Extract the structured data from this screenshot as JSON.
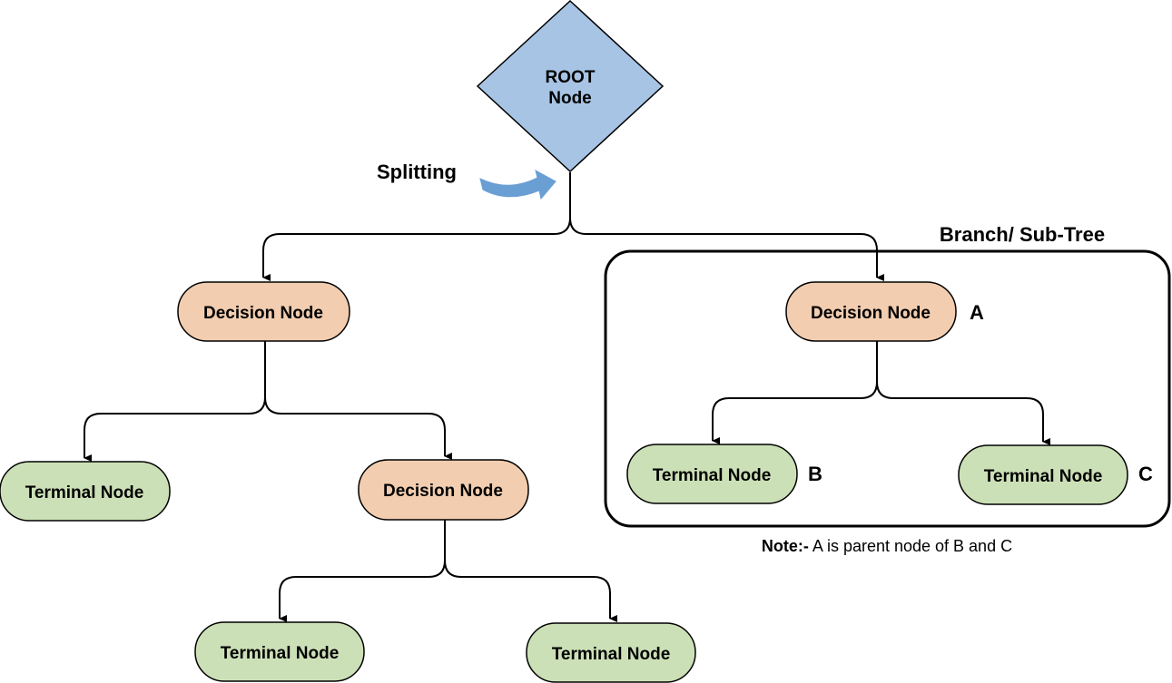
{
  "colors": {
    "root_fill": "#a7c4e4",
    "decision_fill": "#f2cdb0",
    "terminal_fill": "#cce0b7",
    "splitting_arrow": "#6a9fd4",
    "stroke": "#000000"
  },
  "root": {
    "line1": "ROOT",
    "line2": "Node"
  },
  "splitting_label": "Splitting",
  "branch_label": "Branch/ Sub-Tree",
  "nodes": {
    "decision_left": "Decision Node",
    "decision_mid": "Decision Node",
    "decision_a": "Decision Node",
    "terminal_left": "Terminal Node",
    "terminal_bottom_left": "Terminal Node",
    "terminal_bottom_right": "Terminal Node",
    "terminal_b": "Terminal Node",
    "terminal_c": "Terminal Node"
  },
  "letters": {
    "a": "A",
    "b": "B",
    "c": "C"
  },
  "note": {
    "prefix": "Note:-",
    "text": " A is parent node of B and C"
  }
}
